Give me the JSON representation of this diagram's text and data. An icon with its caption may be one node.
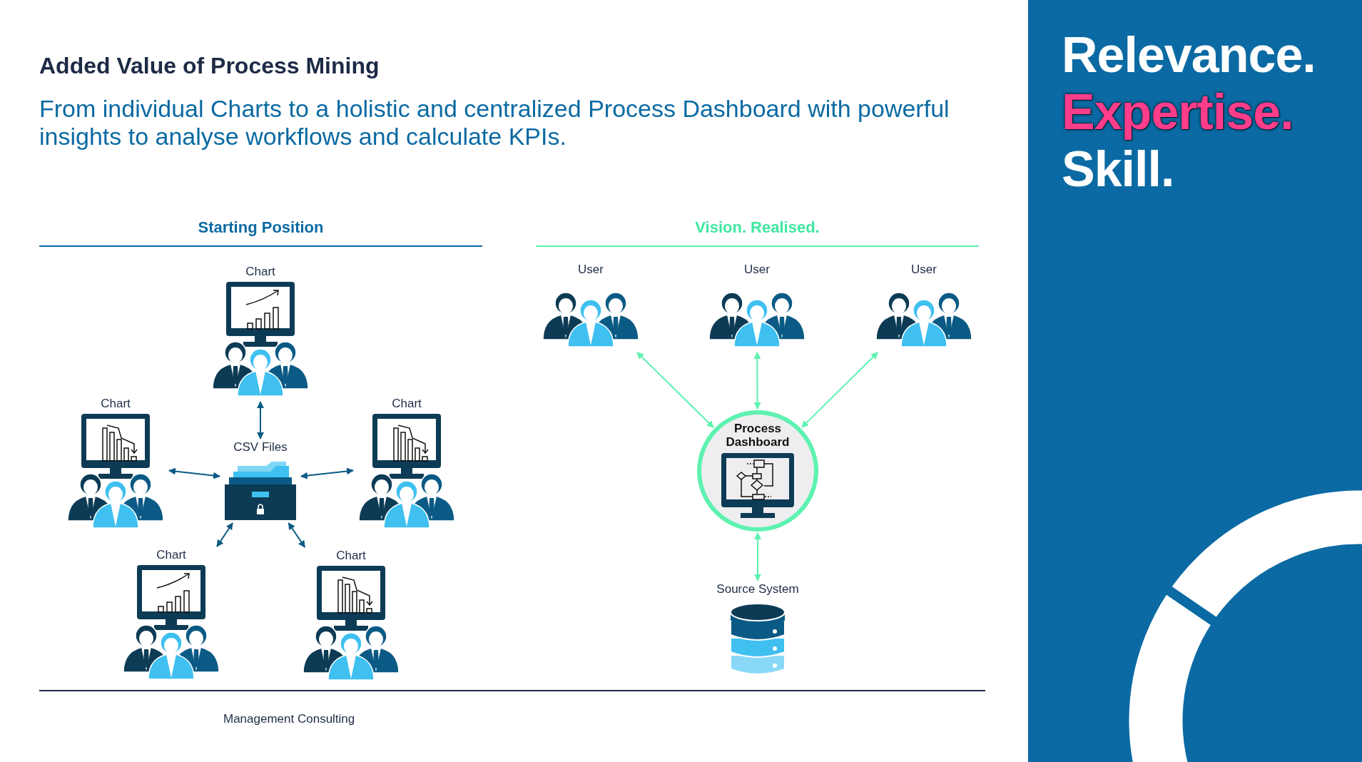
{
  "diagram": {
    "title": "Added Value of Process Mining",
    "nodes": [
      {
        "text": [
          "Chart"
        ]
      },
      {
        "text": [
          "Chart"
        ]
      },
      {
        "text": [
          "CSV Files"
        ]
      },
      {
        "text": [
          "Chart"
        ]
      },
      {
        "text": [
          "Chart"
        ]
      },
      {
        "text": [
          "Chart"
        ]
      },
      {
        "text": [
          "User"
        ]
      },
      {
        "text": [
          "User"
        ]
      },
      {
        "text": [
          "User"
        ]
      },
      {
        "text": [
          "Process Dashboard"
        ]
      },
      {
        "text": [
          "Source System"
        ]
      }
    ],
    "edges": [
      {
        "from": 0,
        "to": 2,
        "arrow": "both"
      },
      {
        "from": 1,
        "to": 2,
        "arrow": "both"
      },
      {
        "from": 3,
        "to": 2,
        "arrow": "both"
      },
      {
        "from": 4,
        "to": 2,
        "arrow": "both"
      },
      {
        "from": 5,
        "to": 2,
        "arrow": "both"
      },
      {
        "from": 6,
        "to": 9,
        "arrow": "both",
        "color": "#5ef2b0"
      },
      {
        "from": 7,
        "to": 9,
        "arrow": "both",
        "color": "#5ef2b0"
      },
      {
        "from": 8,
        "to": 9,
        "arrow": "both",
        "color": "#5ef2b0"
      },
      {
        "from": 9,
        "to": 10,
        "arrow": "both",
        "color": "#5ef2b0"
      }
    ],
    "labels": [
      "From individual Charts to a holistic and centralized Process Dashboard with powerful insights to analyse workflows and calculate KPIs.",
      "Relevance.",
      "Expertise.",
      "Skill.",
      "Starting Position",
      "Vision. Realised.",
      "Management Consulting"
    ]
  }
}
